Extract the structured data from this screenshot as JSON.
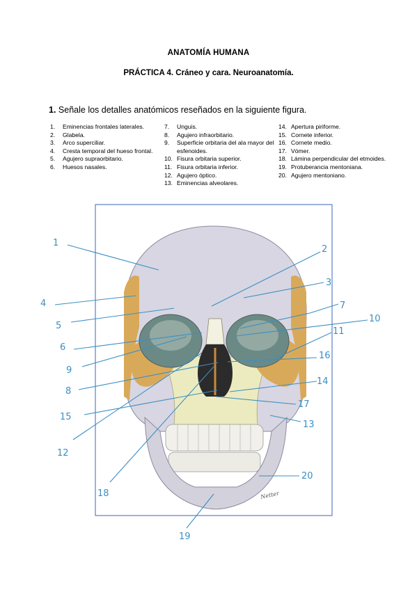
{
  "header": {
    "title": "ANATOMÍA HUMANA",
    "subtitle": "PRÁCTICA 4. Cráneo y cara. Neuroanatomía."
  },
  "question": {
    "number": "1.",
    "text": "Señale los detalles anatómicos reseñados en la siguiente figura."
  },
  "columns": [
    [
      {
        "n": "1.",
        "t": "Eminencias frontales laterales."
      },
      {
        "n": "2.",
        "t": "Glabela."
      },
      {
        "n": "3.",
        "t": "Arco superciliar."
      },
      {
        "n": "4.",
        "t": "Cresta temporal del hueso frontal."
      },
      {
        "n": "5.",
        "t": "Agujero supraorbitario."
      },
      {
        "n": "6.",
        "t": "Huesos nasales."
      }
    ],
    [
      {
        "n": "7.",
        "t": "Unguis."
      },
      {
        "n": "8.",
        "t": "Agujero infraorbitario."
      },
      {
        "n": "9.",
        "t": "Superficie orbitaria del ala mayor del esfenoides."
      },
      {
        "n": "10.",
        "t": "Fisura orbitaria superior."
      },
      {
        "n": "11.",
        "t": "Fisura orbitaria inferior."
      },
      {
        "n": "12.",
        "t": "Agujero óptico."
      },
      {
        "n": "13.",
        "t": "Eminencias alveolares."
      }
    ],
    [
      {
        "n": "14.",
        "t": "Apertura piriforme."
      },
      {
        "n": "15.",
        "t": "Cornete inferior."
      },
      {
        "n": "16.",
        "t": "Cornete medio."
      },
      {
        "n": "17.",
        "t": "Vómer."
      },
      {
        "n": "18.",
        "t": "Lámina perpendicular del etmoides."
      },
      {
        "n": "19.",
        "t": "Protuberancia mentoniana."
      },
      {
        "n": "20.",
        "t": "Agujero mentoniano."
      }
    ]
  ],
  "figure": {
    "colors": {
      "bone": "#d8d6e2",
      "face": "#ecebc0",
      "orange": "#d9a95a",
      "ink": "#3a8fc4",
      "frame": "#5b7fc7"
    },
    "labels": [
      "1",
      "2",
      "3",
      "4",
      "5",
      "6",
      "7",
      "8",
      "9",
      "10",
      "11",
      "12",
      "13",
      "14",
      "15",
      "16",
      "17",
      "18",
      "19",
      "20"
    ],
    "signature": "Netter"
  }
}
